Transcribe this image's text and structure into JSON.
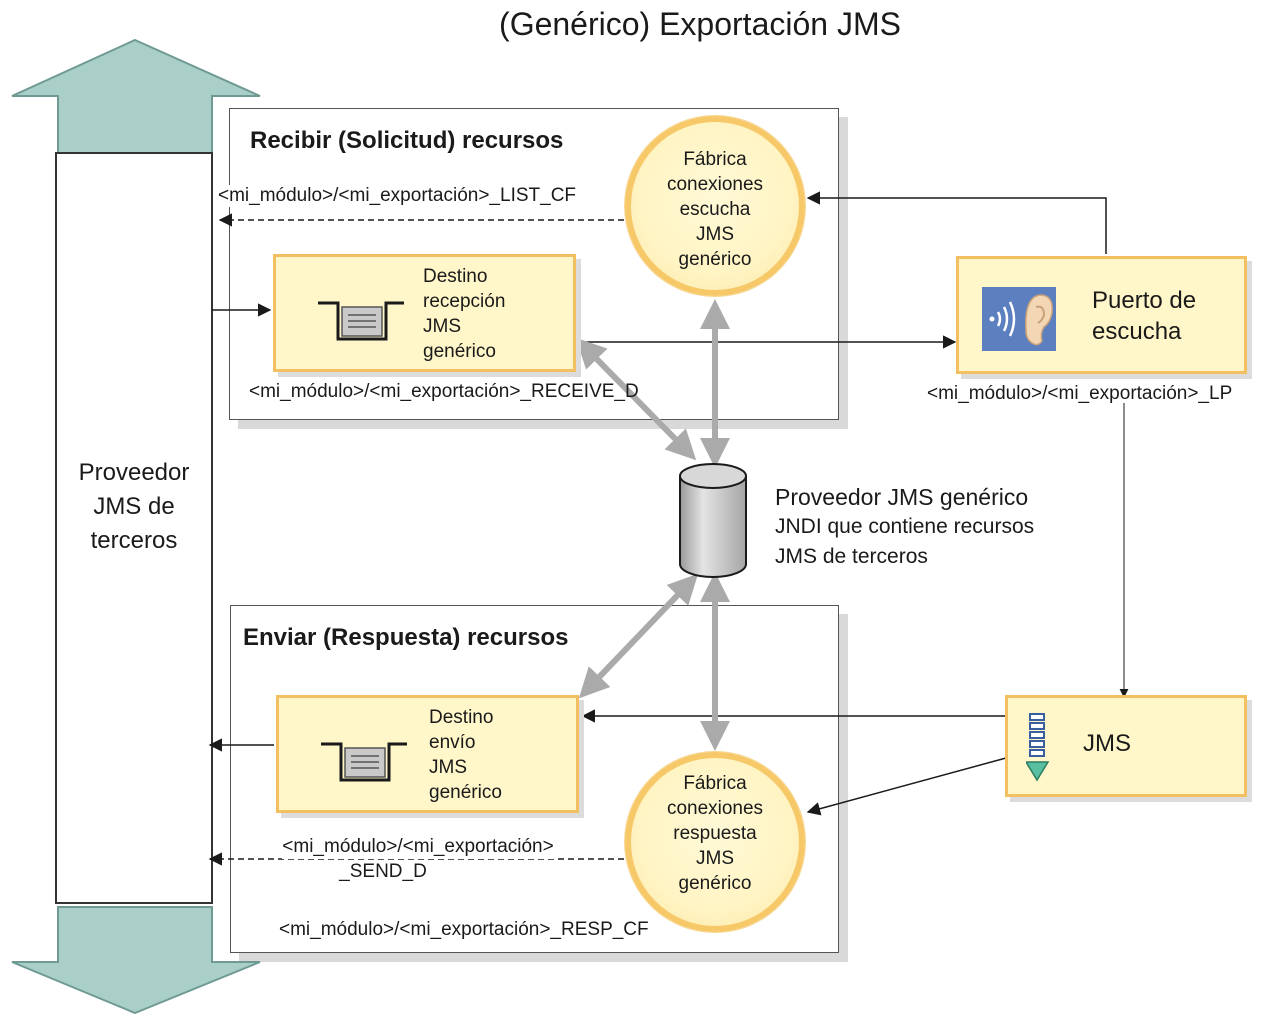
{
  "title": "(Genérico) Exportación JMS",
  "provider_column": {
    "label_lines": [
      "Proveedor",
      "JMS de",
      "terceros"
    ]
  },
  "receive_group": {
    "title": "Recibir (Solicitud) recursos",
    "listen_cf_circle_lines": [
      "Fábrica",
      "conexiones",
      "escucha",
      "JMS",
      "genérico"
    ],
    "listen_cf_label": "<mi_módulo>/<mi_exportación>_LIST_CF",
    "receive_dest_lines": [
      "Destino",
      "recepción",
      "JMS",
      "genérico"
    ],
    "receive_dest_label": "<mi_módulo>/<mi_exportación>_RECEIVE_D"
  },
  "send_group": {
    "title": "Enviar (Respuesta) recursos",
    "send_dest_lines": [
      "Destino",
      "envío",
      "JMS",
      "genérico"
    ],
    "send_dest_label_lines": [
      "<mi_módulo>/<mi_exportación>",
      "_SEND_D"
    ],
    "resp_cf_circle_lines": [
      "Fábrica",
      "conexiones",
      "respuesta",
      "JMS",
      "genérico"
    ],
    "resp_cf_label": "<mi_módulo>/<mi_exportación>_RESP_CF"
  },
  "listener_port": {
    "label_lines": [
      "Puerto de",
      "escucha"
    ],
    "sublabel": "<mi_módulo>/<mi_exportación>_LP",
    "icon": "ear-sound-icon"
  },
  "jms_node": {
    "label": "JMS",
    "icon": "stack-download-icon"
  },
  "jndi": {
    "label_lines": [
      "Proveedor JMS genérico",
      "JNDI que contiene recursos",
      "JMS de terceros"
    ],
    "icon": "database-cylinder-icon"
  },
  "colors": {
    "teal_arrow": "#a9cfc8",
    "box_fill": "#fff6c9",
    "box_border": "#f2c060",
    "circle_border": "#f7c868",
    "connector_gray": "#aaaaaa",
    "icon_blue": "#5b7fbf"
  }
}
